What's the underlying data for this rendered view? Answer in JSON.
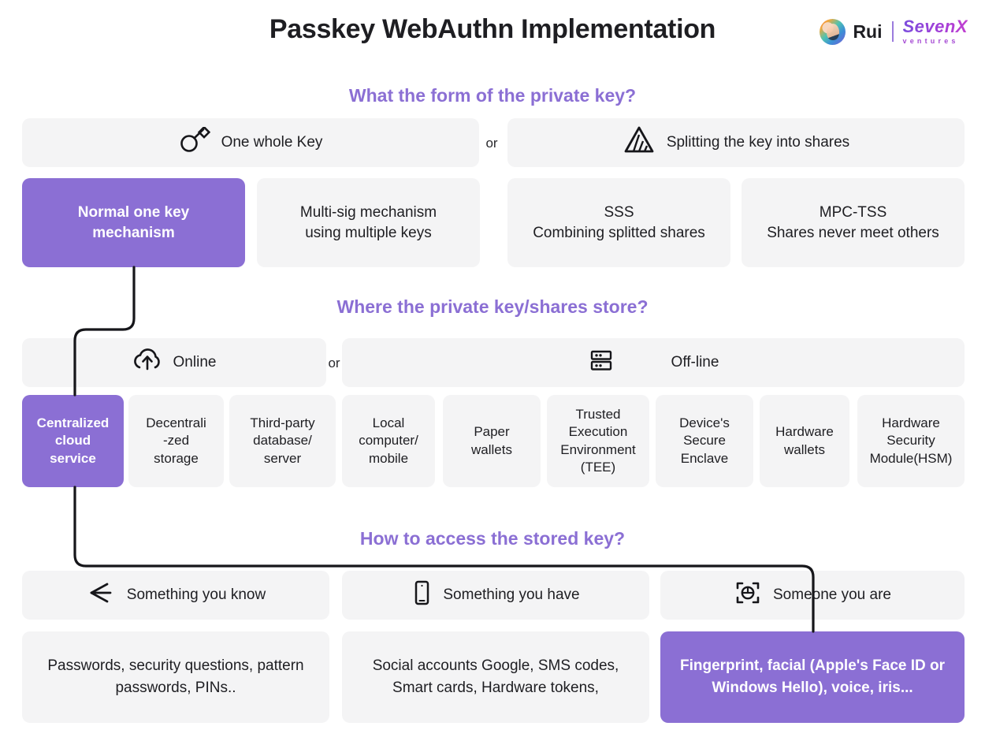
{
  "header": {
    "title": "Passkey WebAuthn Implementation",
    "brand_name": "Rui",
    "brand_logo_main": "SevenX",
    "brand_logo_sub": "ventures",
    "avatar_icon": "avatar-portrait-icon",
    "divider_icon": "vertical-divider"
  },
  "colors": {
    "accent_purple": "#8b6fd4",
    "heading_purple": "#8b6fd4",
    "card_bg": "#f4f4f5",
    "text_dark": "#1e1e22",
    "connector": "#16161a",
    "page_bg": "#ffffff"
  },
  "sections": [
    {
      "id": "form",
      "heading": "What the form of the private key?",
      "or_label": "or",
      "options": [
        {
          "label": "One whole Key",
          "icon": "key-icon"
        },
        {
          "label": "Splitting the key into shares",
          "icon": "split-triangle-icon"
        }
      ],
      "choices": [
        {
          "label": "Normal one key\nmechanism",
          "highlighted": true
        },
        {
          "label": "Multi-sig mechanism\nusing multiple keys",
          "highlighted": false
        },
        {
          "label": "SSS\nCombining splitted shares",
          "highlighted": false
        },
        {
          "label": "MPC-TSS\nShares never meet others",
          "highlighted": false
        }
      ]
    },
    {
      "id": "store",
      "heading": "Where the private key/shares store?",
      "or_label": "or",
      "options": [
        {
          "label": "Online",
          "icon": "cloud-upload-icon"
        },
        {
          "label": "Off-line",
          "icon": "server-rack-icon"
        }
      ],
      "choices": [
        {
          "label": "Centralized\ncloud\nservice",
          "highlighted": true
        },
        {
          "label": "Decentrali\n-zed\nstorage",
          "highlighted": false
        },
        {
          "label": "Third-party\ndatabase/\nserver",
          "highlighted": false
        },
        {
          "label": "Local\ncomputer/\nmobile",
          "highlighted": false
        },
        {
          "label": "Paper\nwallets",
          "highlighted": false
        },
        {
          "label": "Trusted\nExecution\nEnvironment\n(TEE)",
          "highlighted": false
        },
        {
          "label": "Device's\nSecure\nEnclave",
          "highlighted": false
        },
        {
          "label": "Hardware\nwallets",
          "highlighted": false
        },
        {
          "label": "Hardware\nSecurity\nModule(HSM)",
          "highlighted": false
        }
      ]
    },
    {
      "id": "access",
      "heading": "How to access the stored key?",
      "options": [
        {
          "label": "Something you know",
          "icon": "arrow-left-knowledge-icon"
        },
        {
          "label": "Something you have",
          "icon": "mobile-phone-icon"
        },
        {
          "label": "Someone you are",
          "icon": "face-scan-icon"
        }
      ],
      "details": [
        {
          "label": "Passwords, security questions, pattern\npasswords, PINs..",
          "highlighted": false
        },
        {
          "label": "Social accounts Google, SMS codes,\nSmart cards, Hardware tokens,",
          "highlighted": false
        },
        {
          "label": "Fingerprint, facial (Apple's Face ID or\nWindows Hello), voice, iris...",
          "highlighted": true
        }
      ]
    }
  ],
  "connectors": {
    "path_form_to_store": "from Normal one key mechanism to Centralized cloud service",
    "path_store_to_access": "from Centralized cloud service to Someone you are"
  }
}
